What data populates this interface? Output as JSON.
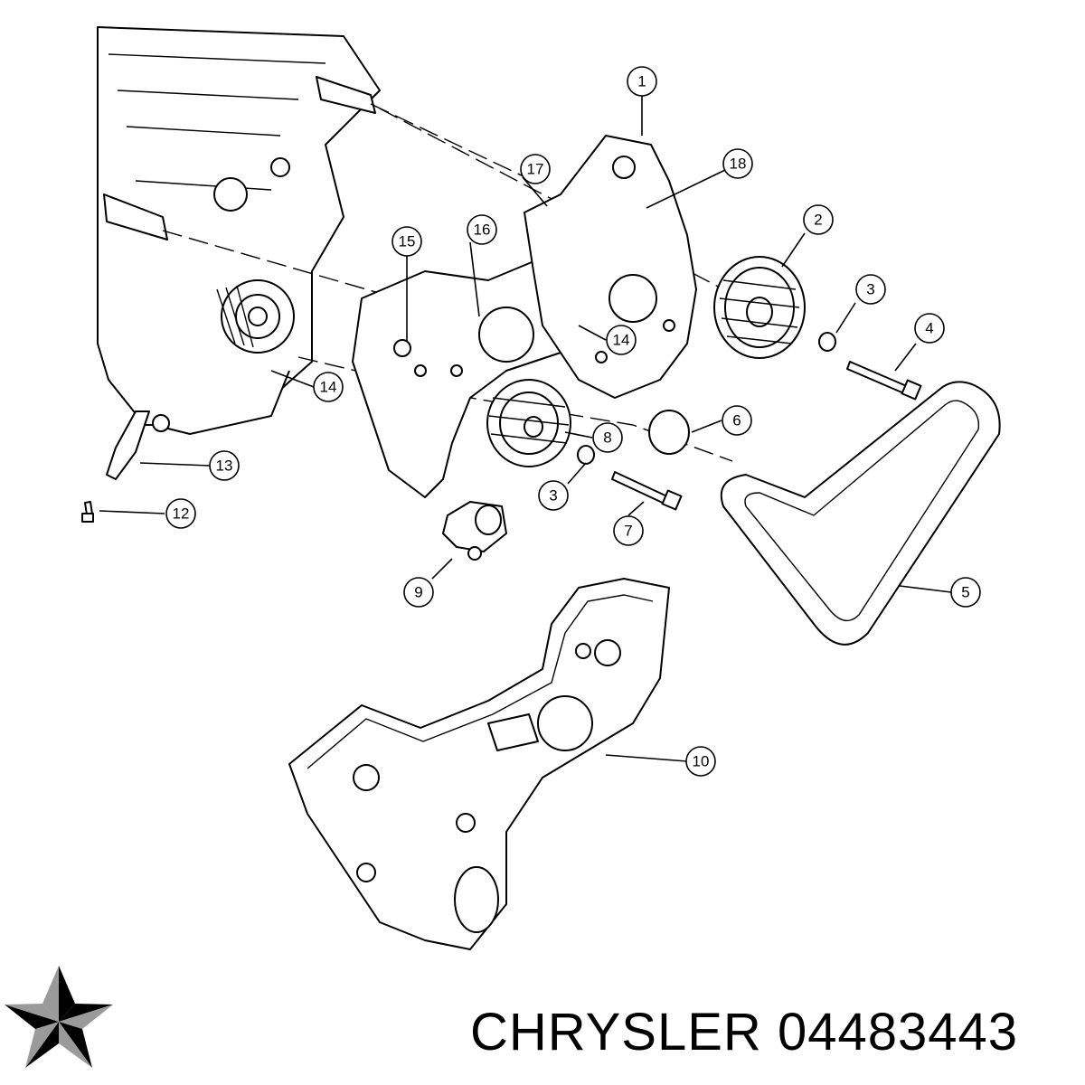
{
  "callouts": [
    {
      "label": "1"
    },
    {
      "label": "2"
    },
    {
      "label": "3"
    },
    {
      "label": "4"
    },
    {
      "label": "5"
    },
    {
      "label": "6"
    },
    {
      "label": "7"
    },
    {
      "label": "8"
    },
    {
      "label": "3"
    },
    {
      "label": "9"
    },
    {
      "label": "10"
    },
    {
      "label": "12"
    },
    {
      "label": "13"
    },
    {
      "label": "14"
    },
    {
      "label": "14"
    },
    {
      "label": "15"
    },
    {
      "label": "16"
    },
    {
      "label": "17"
    },
    {
      "label": "18"
    }
  ],
  "caption": {
    "brand": "CHRYSLER",
    "part_number": "04483443"
  },
  "logo": {
    "icon": "pentastar-icon",
    "color": "#000000"
  }
}
